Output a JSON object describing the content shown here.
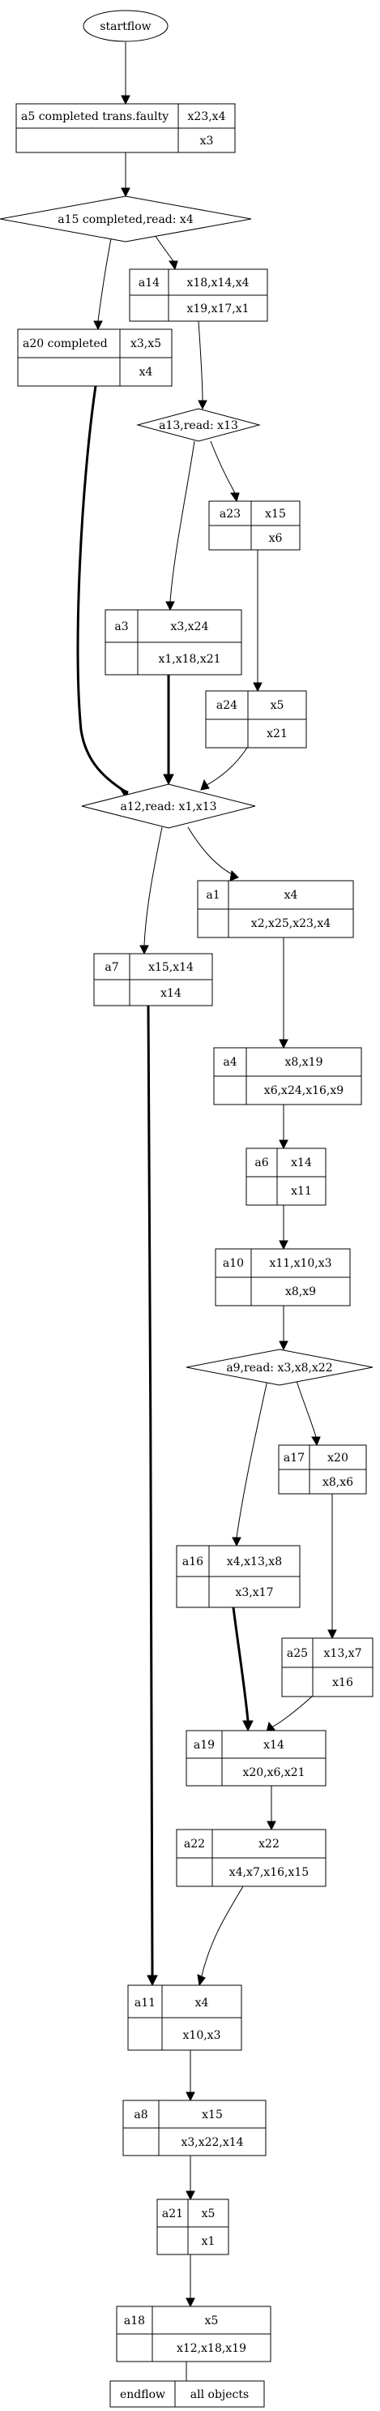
{
  "start": "startflow",
  "end": {
    "left": "endflow",
    "right": "all objects"
  },
  "boxes": {
    "a5": {
      "name": "a5 completed trans.faulty",
      "out": "x23,x4",
      "in": "x3"
    },
    "a14": {
      "name": "a14",
      "out": "x18,x14,x4",
      "in": "x19,x17,x1"
    },
    "a20": {
      "name": "a20 completed",
      "out": "x3,x5",
      "in": "x4"
    },
    "a23": {
      "name": "a23",
      "out": "x15",
      "in": "x6"
    },
    "a3": {
      "name": "a3",
      "out": "x3,x24",
      "in": "x1,x18,x21"
    },
    "a24": {
      "name": "a24",
      "out": "x5",
      "in": "x21"
    },
    "a1": {
      "name": "a1",
      "out": "x4",
      "in": "x2,x25,x23,x4"
    },
    "a7": {
      "name": "a7",
      "out": "x15,x14",
      "in": "x14"
    },
    "a4": {
      "name": "a4",
      "out": "x8,x19",
      "in": "x6,x24,x16,x9"
    },
    "a6": {
      "name": "a6",
      "out": "x14",
      "in": "x11"
    },
    "a10": {
      "name": "a10",
      "out": "x11,x10,x3",
      "in": "x8,x9"
    },
    "a17": {
      "name": "a17",
      "out": "x20",
      "in": "x8,x6"
    },
    "a16": {
      "name": "a16",
      "out": "x4,x13,x8",
      "in": "x3,x17"
    },
    "a25": {
      "name": "a25",
      "out": "x13,x7",
      "in": "x16"
    },
    "a19": {
      "name": "a19",
      "out": "x14",
      "in": "x20,x6,x21"
    },
    "a22": {
      "name": "a22",
      "out": "x22",
      "in": "x4,x7,x16,x15"
    },
    "a11": {
      "name": "a11",
      "out": "x4",
      "in": "x10,x3"
    },
    "a8": {
      "name": "a8",
      "out": "x15",
      "in": "x3,x22,x14"
    },
    "a21": {
      "name": "a21",
      "out": "x5",
      "in": "x1"
    },
    "a18": {
      "name": "a18",
      "out": "x5",
      "in": "x12,x18,x19"
    }
  },
  "decisions": {
    "a15": "a15 completed,read: x4",
    "a13": "a13,read: x13",
    "a12": "a12,read: x1,x13",
    "a9": "a9,read: x3,x8,x22"
  }
}
